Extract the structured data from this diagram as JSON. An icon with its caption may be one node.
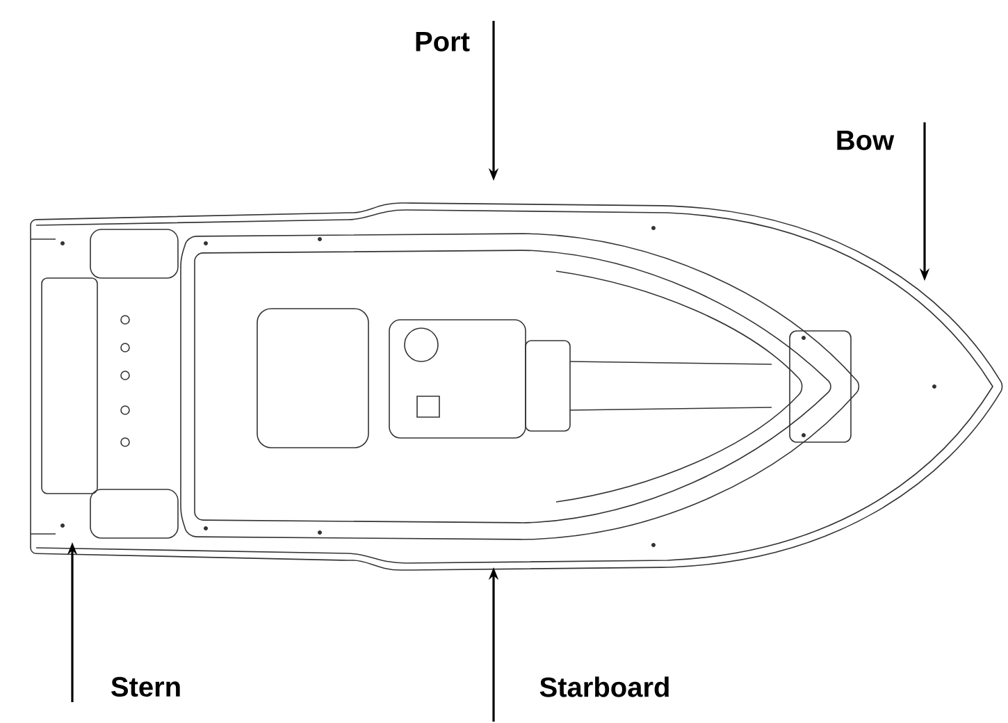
{
  "diagram": {
    "nodes": [
      {
        "text": [
          "Port"
        ]
      },
      {
        "text": [
          "Bow"
        ]
      },
      {
        "text": [
          "Stern"
        ]
      },
      {
        "text": [
          "Starboard"
        ]
      },
      {
        "text": [],
        "shape": "picture"
      }
    ],
    "edges": [
      {
        "from": 0,
        "to": 4,
        "arrow": "to"
      },
      {
        "from": 1,
        "to": 4,
        "arrow": "to"
      },
      {
        "from": 2,
        "to": 4,
        "arrow": "to"
      },
      {
        "from": 3,
        "to": 4,
        "arrow": "to"
      }
    ]
  }
}
